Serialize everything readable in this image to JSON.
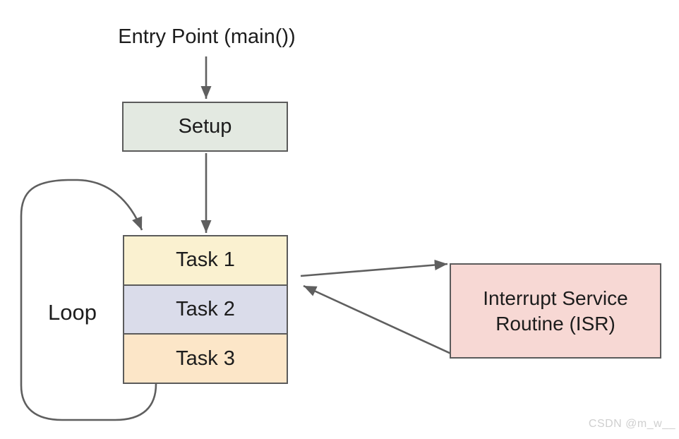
{
  "diagram": {
    "entry_label": "Entry Point (main())",
    "setup": {
      "label": "Setup",
      "fill": "#e3e9e1"
    },
    "tasks": [
      {
        "label": "Task 1",
        "fill": "#faf1d0"
      },
      {
        "label": "Task 2",
        "fill": "#dadcea"
      },
      {
        "label": "Task 3",
        "fill": "#fce6c8"
      }
    ],
    "isr": {
      "label": "Interrupt Service Routine (ISR)",
      "fill": "#f7d8d4"
    },
    "loop_label": "Loop",
    "colors": {
      "border": "#5b5b5b",
      "arrow": "#5f5f5f",
      "text": "#1c1c1c",
      "background": "#ffffff"
    }
  },
  "watermark": "CSDN @m_w__"
}
